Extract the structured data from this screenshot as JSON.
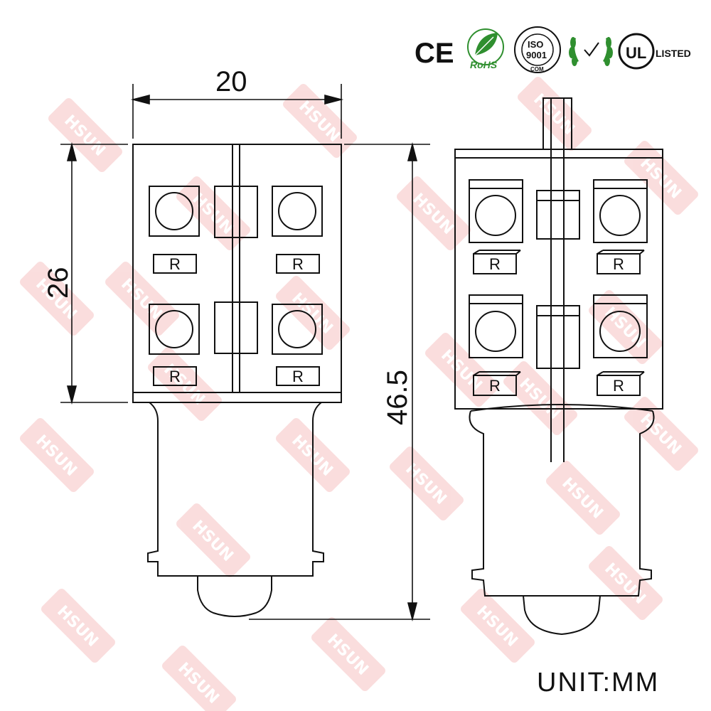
{
  "dimensions": {
    "width": "20",
    "body_height": "26",
    "total_height": "46.5"
  },
  "resistor_label": "R",
  "unit_label": "UNIT:MM",
  "watermark_text": "HSUN",
  "certifications": {
    "ce": "CE",
    "rohs": "RoHS",
    "iso": "ISO",
    "iso_number": "9001",
    "iso_com": "COM",
    "ul": "UL",
    "listed": "LISTED"
  },
  "colors": {
    "line": "#111111",
    "watermark": "#f6c2c2",
    "rohs_green": "#2f8f2f"
  }
}
